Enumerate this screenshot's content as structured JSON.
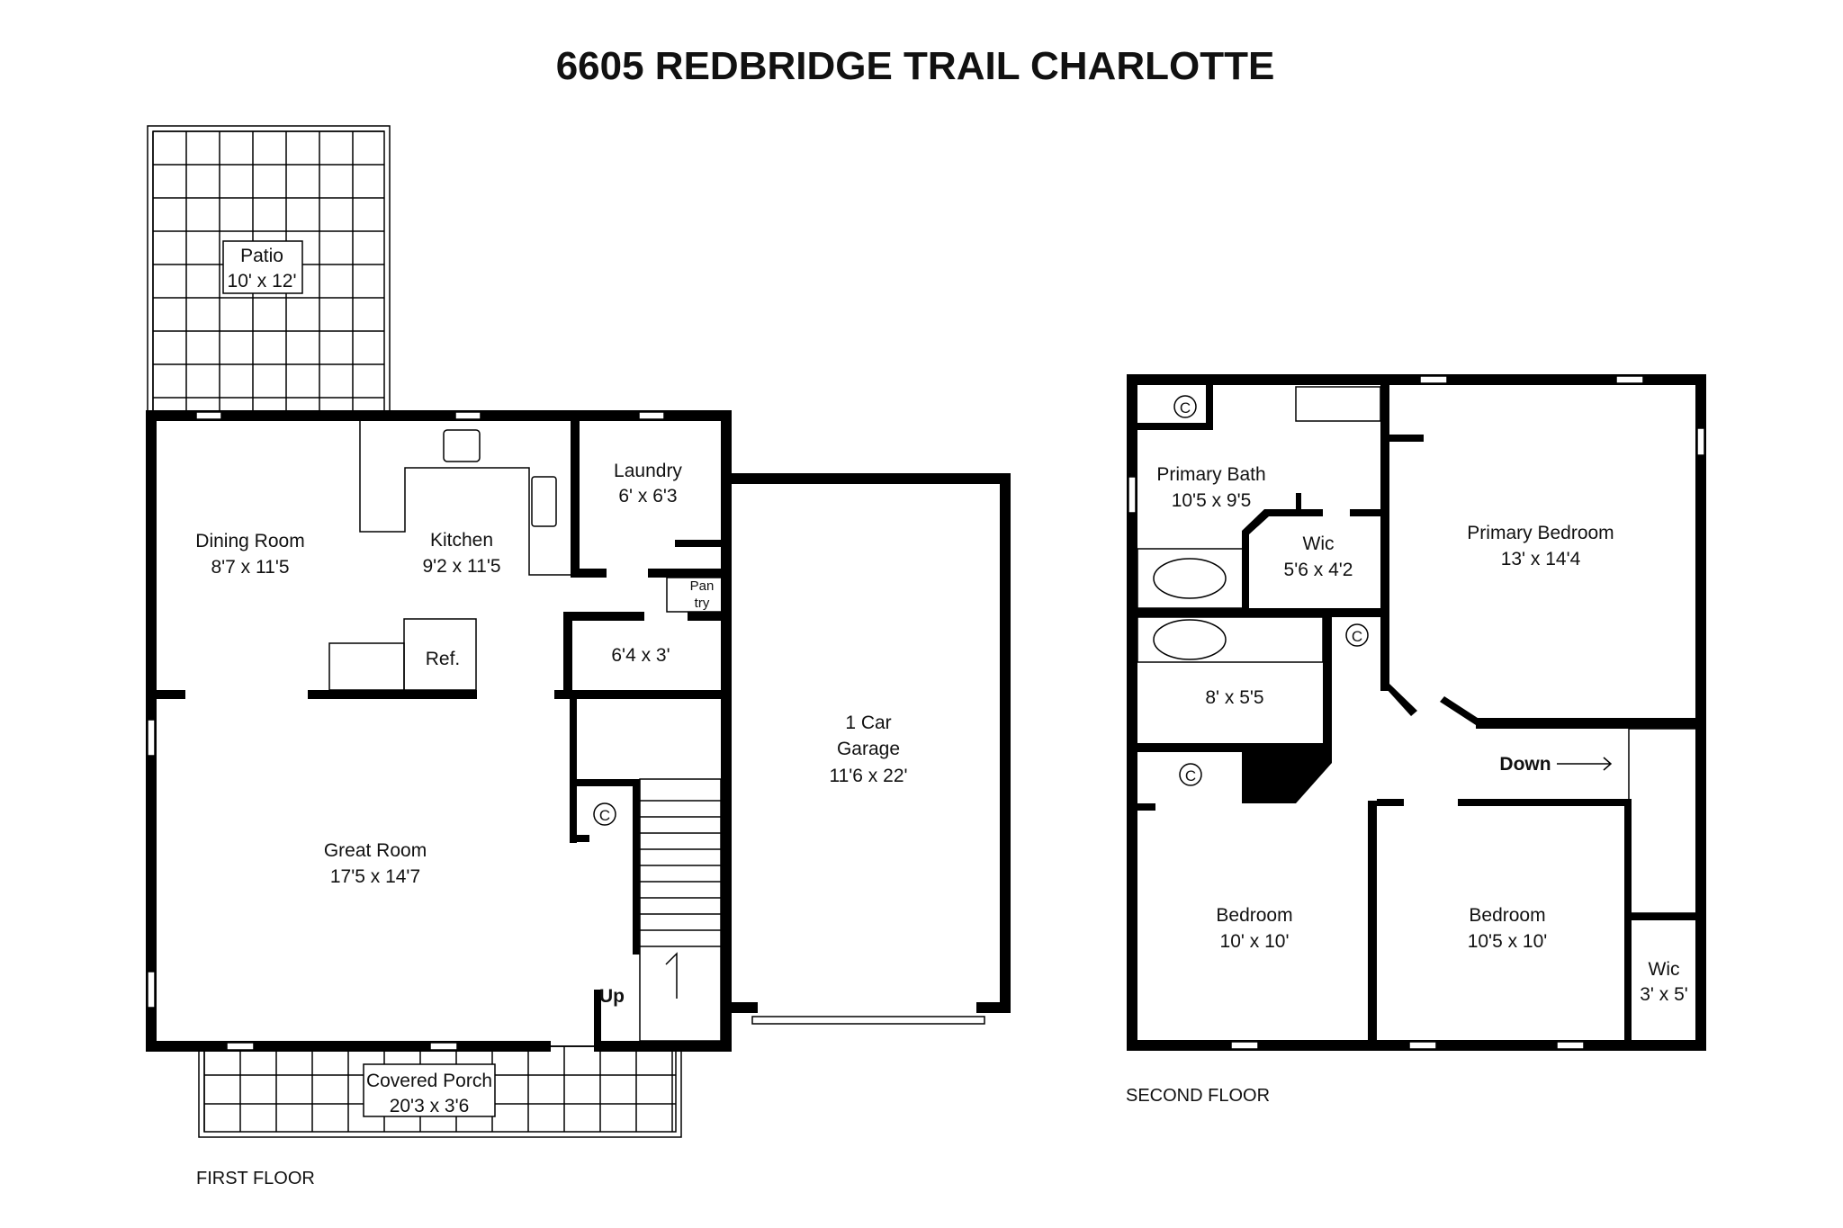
{
  "title": "6605 REDBRIDGE TRAIL CHARLOTTE",
  "first_floor": {
    "label": "FIRST FLOOR",
    "rooms": {
      "patio": {
        "name": "Patio",
        "size": "10' x 12'"
      },
      "dining": {
        "name": "Dining Room",
        "size": "8'7 x 11'5"
      },
      "kitchen": {
        "name": "Kitchen",
        "size": "9'2 x 11'5"
      },
      "laundry": {
        "name": "Laundry",
        "size": "6' x 6'3"
      },
      "pantry": {
        "line1": "Pan",
        "line2": "try"
      },
      "ref": "Ref.",
      "half_bath": {
        "size": "6'4 x 3'"
      },
      "garage": {
        "line1": "1 Car",
        "line2": "Garage",
        "size": "11'6 x 22'"
      },
      "great": {
        "name": "Great Room",
        "size": "17'5 x 14'7"
      },
      "closet": "C",
      "stairs": "Up",
      "porch": {
        "name": "Covered Porch",
        "size": "20'3 x 3'6"
      }
    }
  },
  "second_floor": {
    "label": "SECOND FLOOR",
    "rooms": {
      "primary_bath": {
        "name": "Primary Bath",
        "size": "10'5 x 9'5"
      },
      "wic1": {
        "name": "Wic",
        "size": "5'6 x 4'2"
      },
      "primary_bed": {
        "name": "Primary Bedroom",
        "size": "13' x 14'4"
      },
      "bath2": {
        "size": "8' x 5'5"
      },
      "stairs": "Down",
      "bed1": {
        "name": "Bedroom",
        "size": "10' x 10'"
      },
      "bed2": {
        "name": "Bedroom",
        "size": "10'5 x 10'"
      },
      "wic2": {
        "name": "Wic",
        "size": "3' x 5'"
      },
      "closet_a": "C",
      "closet_b": "C",
      "closet_c": "C"
    }
  }
}
